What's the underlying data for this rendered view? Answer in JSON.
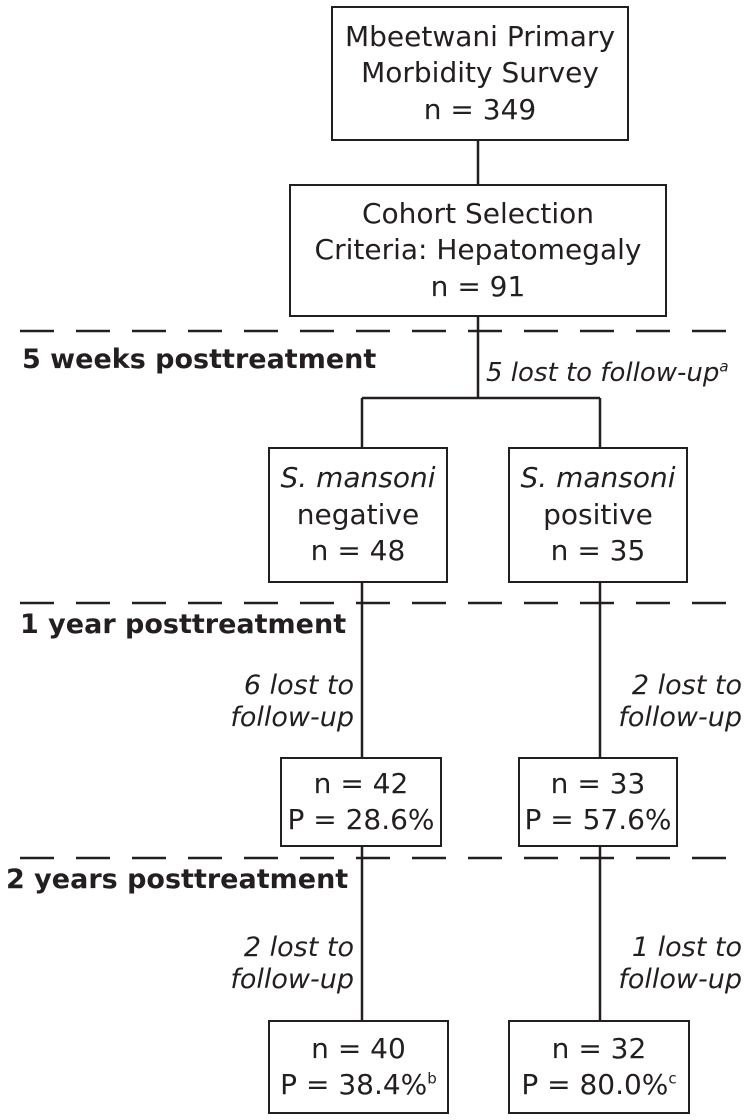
{
  "top_box": {
    "line1": "Mbeetwani Primary",
    "line2": "Morbidity Survey",
    "n": "n = 349"
  },
  "cohort_box": {
    "line1": "Cohort Selection",
    "line2": "Criteria: Hepatomegaly",
    "n": "n = 91"
  },
  "phases": {
    "weeks5": "5 weeks posttreatment",
    "year1": "1 year posttreatment",
    "years2": "2 years posttreatment"
  },
  "lost_5weeks": {
    "text": "5 lost to follow-up",
    "footnote": "a"
  },
  "negative_box": {
    "species": "S. mansoni",
    "status": "negative",
    "n": "n = 48"
  },
  "positive_box": {
    "species": "S. mansoni",
    "status": "positive",
    "n": "n = 35"
  },
  "year1": {
    "neg_lost": {
      "line1": "6 lost to",
      "line2": "follow-up"
    },
    "pos_lost": {
      "line1": "2 lost to",
      "line2": "follow-up"
    },
    "neg_box": {
      "n": "n = 42",
      "p": "P = 28.6%"
    },
    "pos_box": {
      "n": "n = 33",
      "p": "P = 57.6%"
    }
  },
  "years2": {
    "neg_lost": {
      "line1": "2 lost to",
      "line2": "follow-up"
    },
    "pos_lost": {
      "line1": "1 lost to",
      "line2": "follow-up"
    },
    "neg_box": {
      "n": "n = 40",
      "p": "P = 38.4%",
      "footnote": "b"
    },
    "pos_box": {
      "n": "n = 32",
      "p": "P = 80.0%",
      "footnote": "c"
    }
  }
}
